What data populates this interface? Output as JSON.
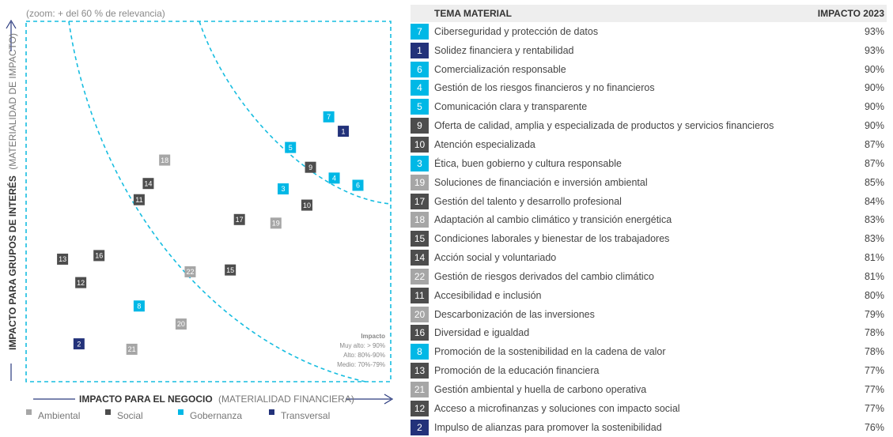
{
  "colors": {
    "Ambiental": "#a6a6a6",
    "Social": "#4d4d4d",
    "Gobernanza": "#00b8e6",
    "Transversal": "#23327a",
    "dashed": "#17bde0",
    "axis": "#2a3a7e"
  },
  "zoom_note": "(zoom: + del 60 % de relevancia)",
  "y_axis": {
    "bold": "IMPACTO PARA GRUPOS DE INTERÉS",
    "light": "(MATERIALIDAD DE IMPACTO)"
  },
  "x_axis": {
    "bold": "IMPACTO PARA EL NEGOCIO",
    "light": "(MATERIALIDAD FINANCIERA)"
  },
  "impact_legend": {
    "title": "Impacto",
    "lines": [
      "Muy alto: > 90%",
      "Alto: 80%-90%",
      "Medio: 70%-79%"
    ]
  },
  "legend": [
    {
      "name": "Ambiental",
      "category": "Ambiental"
    },
    {
      "name": "Social",
      "category": "Social"
    },
    {
      "name": "Gobernanza",
      "category": "Gobernanza"
    },
    {
      "name": "Transversal",
      "category": "Transversal"
    }
  ],
  "chart_data": {
    "type": "scatter",
    "xlabel": "IMPACTO PARA EL NEGOCIO (MATERIALIDAD FINANCIERA)",
    "ylabel": "IMPACTO PARA GRUPOS DE INTERÉS (MATERIALIDAD DE IMPACTO)",
    "xlim": [
      0,
      100
    ],
    "ylim": [
      0,
      100
    ],
    "points": [
      {
        "id": "7",
        "x": 83,
        "y": 73.5,
        "category": "Gobernanza"
      },
      {
        "id": "1",
        "x": 87,
        "y": 69.5,
        "category": "Transversal"
      },
      {
        "id": "5",
        "x": 72.5,
        "y": 65,
        "category": "Gobernanza"
      },
      {
        "id": "9",
        "x": 78,
        "y": 59.5,
        "category": "Social"
      },
      {
        "id": "4",
        "x": 84.5,
        "y": 56.5,
        "category": "Gobernanza"
      },
      {
        "id": "6",
        "x": 91,
        "y": 54.5,
        "category": "Gobernanza"
      },
      {
        "id": "3",
        "x": 70.5,
        "y": 53.5,
        "category": "Gobernanza"
      },
      {
        "id": "10",
        "x": 77,
        "y": 49,
        "category": "Social"
      },
      {
        "id": "18",
        "x": 38,
        "y": 61.5,
        "category": "Ambiental"
      },
      {
        "id": "14",
        "x": 33.5,
        "y": 55,
        "category": "Social"
      },
      {
        "id": "11",
        "x": 31,
        "y": 50.5,
        "category": "Social"
      },
      {
        "id": "17",
        "x": 58.5,
        "y": 45,
        "category": "Social"
      },
      {
        "id": "19",
        "x": 68.5,
        "y": 44,
        "category": "Ambiental"
      },
      {
        "id": "13",
        "x": 10,
        "y": 34,
        "category": "Social"
      },
      {
        "id": "16",
        "x": 20,
        "y": 35,
        "category": "Social"
      },
      {
        "id": "12",
        "x": 15,
        "y": 27.5,
        "category": "Social"
      },
      {
        "id": "22",
        "x": 45,
        "y": 30.5,
        "category": "Ambiental"
      },
      {
        "id": "15",
        "x": 56,
        "y": 31,
        "category": "Social"
      },
      {
        "id": "8",
        "x": 31,
        "y": 21,
        "category": "Gobernanza"
      },
      {
        "id": "20",
        "x": 42.5,
        "y": 16,
        "category": "Ambiental"
      },
      {
        "id": "2",
        "x": 14.5,
        "y": 10.5,
        "category": "Transversal"
      },
      {
        "id": "21",
        "x": 29,
        "y": 9,
        "category": "Ambiental"
      }
    ]
  },
  "table": {
    "header_topic": "TEMA MATERIAL",
    "header_impact": "IMPACTO 2023",
    "rows": [
      {
        "id": "7",
        "label": "Ciberseguridad y protección de datos",
        "value": "93%",
        "category": "Gobernanza"
      },
      {
        "id": "1",
        "label": "Solidez financiera y rentabilidad",
        "value": "93%",
        "category": "Transversal"
      },
      {
        "id": "6",
        "label": "Comercialización responsable",
        "value": "90%",
        "category": "Gobernanza"
      },
      {
        "id": "4",
        "label": "Gestión de los riesgos financieros y no financieros",
        "value": "90%",
        "category": "Gobernanza"
      },
      {
        "id": "5",
        "label": "Comunicación clara y transparente",
        "value": "90%",
        "category": "Gobernanza"
      },
      {
        "id": "9",
        "label": "Oferta de calidad, amplia y especializada de productos y servicios financieros",
        "value": "90%",
        "category": "Social"
      },
      {
        "id": "10",
        "label": "Atención especializada",
        "value": "87%",
        "category": "Social"
      },
      {
        "id": "3",
        "label": "Ética, buen gobierno y cultura responsable",
        "value": "87%",
        "category": "Gobernanza"
      },
      {
        "id": "19",
        "label": "Soluciones de financiación e inversión ambiental",
        "value": "85%",
        "category": "Ambiental"
      },
      {
        "id": "17",
        "label": "Gestión del talento y desarrollo profesional",
        "value": "84%",
        "category": "Social"
      },
      {
        "id": "18",
        "label": "Adaptación al cambio climático y transición energética",
        "value": "83%",
        "category": "Ambiental"
      },
      {
        "id": "15",
        "label": "Condiciones laborales y bienestar de los trabajadores",
        "value": "83%",
        "category": "Social"
      },
      {
        "id": "14",
        "label": "Acción social y voluntariado",
        "value": "81%",
        "category": "Social"
      },
      {
        "id": "22",
        "label": "Gestión de riesgos derivados del cambio climático",
        "value": "81%",
        "category": "Ambiental"
      },
      {
        "id": "11",
        "label": "Accesibilidad e inclusión",
        "value": "80%",
        "category": "Social"
      },
      {
        "id": "20",
        "label": "Descarbonización de las inversiones",
        "value": "79%",
        "category": "Ambiental"
      },
      {
        "id": "16",
        "label": "Diversidad e igualdad",
        "value": "78%",
        "category": "Social"
      },
      {
        "id": "8",
        "label": "Promoción de la sostenibilidad en la cadena de valor",
        "value": "78%",
        "category": "Gobernanza"
      },
      {
        "id": "13",
        "label": "Promoción de la educación financiera",
        "value": "77%",
        "category": "Social"
      },
      {
        "id": "21",
        "label": "Gestión ambiental y huella de carbono operativa",
        "value": "77%",
        "category": "Ambiental"
      },
      {
        "id": "12",
        "label": "Acceso a microfinanzas y soluciones con impacto social",
        "value": "77%",
        "category": "Social"
      },
      {
        "id": "2",
        "label": "Impulso de alianzas para promover la sostenibilidad",
        "value": "76%",
        "category": "Transversal"
      }
    ]
  }
}
